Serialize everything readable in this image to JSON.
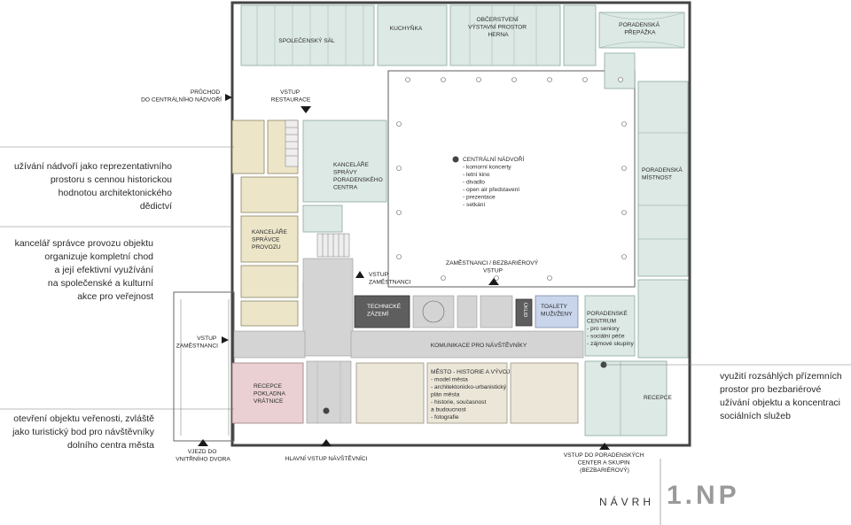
{
  "notes": {
    "heritage": [
      "užívání nádvoří jako reprezentativního",
      "prostoru s cennou historickou",
      "hodnotou architektonického",
      "dědictví"
    ],
    "administrator": [
      "kancelář správce provozu objektu",
      "organizuje kompletní chod",
      "a její efektivní využívání",
      "na společenské a kulturní",
      "akce pro veřejnost"
    ],
    "opening": [
      "otevření objektu veřenosti, zvláště",
      "jako turistický bod pro návštěvníky",
      "dolního centra města"
    ],
    "ground_floor": [
      "využití rozsáhlých přízemních",
      "prostor pro bezbariérové",
      "užívání objektu a koncentraci",
      "sociálních služeb"
    ]
  },
  "rooms": {
    "spolecensky_sal": "SPOLEČENSKÝ SÁL",
    "kuchynka": "KUCHYŇKA",
    "obcerstveni": [
      "OBČERSTVENÍ",
      "VÝSTAVNÍ PROSTOR",
      "HERNA"
    ],
    "poradenska_prepazka": [
      "PORADENSKÁ",
      "PŘEPÁŽKA"
    ],
    "kancelare_spravy": [
      "KANCELÁŘE",
      "SPRÁVY",
      "PORADENSKÉHO",
      "CENTRA"
    ],
    "kancelare_spravce": [
      "KANCELÁŘE",
      "SPRÁVCE",
      "PROVOZU"
    ],
    "poradenska_mistnost": [
      "PORADENSKÁ",
      "MÍSTNOST"
    ],
    "technicke_zazemi": [
      "TECHNICKÉ",
      "ZÁZEMÍ"
    ],
    "uklid": "ÚKLID",
    "toalety": [
      "TOALETY",
      "MUŽI/ŽENY"
    ],
    "recepce_main": [
      "RECEPCE",
      "POKLADNA",
      "VRÁTNICE"
    ],
    "komunikace": "KOMUNIKACE PRO NÁVŠTĚVNÍKY",
    "recepce_right": "RECEPCE"
  },
  "courtyard": {
    "title": "CENTRÁLNÍ NÁDVOŘÍ",
    "items": [
      "- komorní koncerty",
      "- letní kino",
      "- divadlo",
      "- open air představení",
      "- prezentace",
      "- setkání"
    ]
  },
  "city_room": {
    "title": "MĚSTO - HISTORIE A VÝVOJ",
    "items": [
      "- model města",
      "- architektonicko-urbanistický",
      "  plán města",
      "- historie, současnost",
      "  a budoucnost",
      "- fotografie"
    ]
  },
  "counseling_centre": {
    "title": [
      "PORADENSKÉ",
      "CENTRUM"
    ],
    "items": [
      "- pro seniory",
      "- sociální péče",
      "- zájmové skupiny"
    ]
  },
  "flows": {
    "pruchod": [
      "PRŮCHOD",
      "DO CENTRÁLNÍHO NÁDVOŘÍ"
    ],
    "vstup_restaurace": [
      "VSTUP",
      "RESTAURACE"
    ],
    "vstup_zamestnanci_inner": [
      "VSTUP",
      "ZAMĚSTNANCI"
    ],
    "zamestnanci_bezbarierovy": [
      "ZAMĚSTNANCI / BEZBARIÉROVÝ",
      "VSTUP"
    ],
    "vstup_zamestnanci_left": [
      "VSTUP",
      "ZAMĚSTNANCI"
    ],
    "vjezd": [
      "VJEZD DO",
      "VNITŘNÍHO DVORA"
    ],
    "hlavni_vstup": "HLAVNÍ VSTUP NÁVŠTĚVNÍCI",
    "vstup_poradenskych": [
      "VSTUP DO PORADENSKÝCH",
      "CENTER A SKUPIN",
      "(BEZBARIÉROVÝ)"
    ]
  },
  "title_block": {
    "label": "NÁVRH",
    "floor": "1.NP"
  },
  "colors": {
    "green": "#dde9e5",
    "green_edge": "#8aa8a0",
    "yellow": "#ece5c8",
    "beige": "#ebe6d8",
    "pink": "#ead0d2",
    "grey": "#d4d4d4",
    "dark": "#5e5e5e",
    "blue": "#c9d5ea",
    "wall": "#444444"
  }
}
